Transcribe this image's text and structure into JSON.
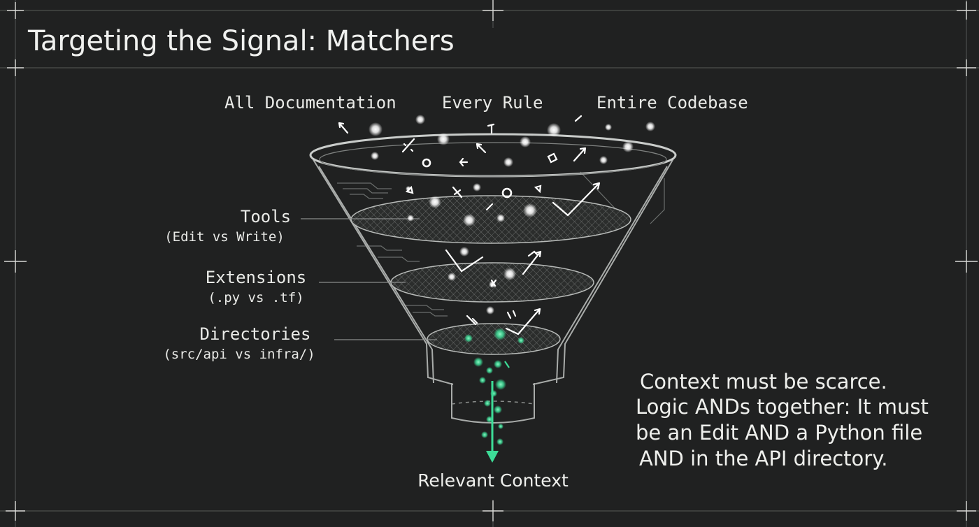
{
  "title": "Targeting the Signal: Matchers",
  "sources": [
    "All Documentation",
    "Every Rule",
    "Entire Codebase"
  ],
  "filters": [
    {
      "name": "Tools",
      "example": "(Edit vs Write)"
    },
    {
      "name": "Extensions",
      "example": "(.py vs .tf)"
    },
    {
      "name": "Directories",
      "example": "(src/api vs infra/)"
    }
  ],
  "output_label": "Relevant Context",
  "explanation": [
    "Context must be scarce.",
    "Logic ANDs together: It must",
    "be an Edit AND a Python file",
    "AND in the API directory."
  ],
  "colors": {
    "background": "#202121",
    "text": "#eeefec",
    "signal": "#3ddc97",
    "particle": "#ffffff"
  }
}
